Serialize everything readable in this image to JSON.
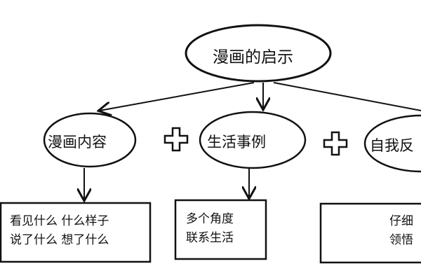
{
  "root": {
    "label": "漫画的启示"
  },
  "nodes": [
    {
      "label": "漫画内容",
      "details": [
        "看见什么  什么样子",
        "说了什么  想了什么"
      ]
    },
    {
      "label": "生活事例",
      "details": [
        "多个角度",
        "联系生活"
      ]
    },
    {
      "label": "自我反",
      "details": [
        "仔细",
        "领悟"
      ]
    }
  ],
  "connector": "plus"
}
